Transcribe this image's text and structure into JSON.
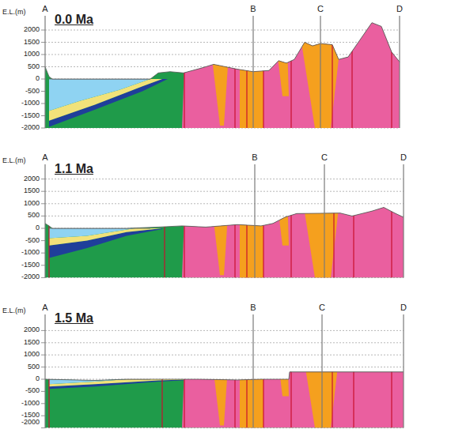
{
  "diagram": {
    "labels": [
      "E.L.(m)",
      "A",
      "0.0 Ma",
      "B",
      "C",
      "D",
      "2000",
      "1500",
      "1000",
      "500",
      "0",
      "-500",
      "-1000",
      "-1500",
      "-2000",
      "E.L.(m)",
      "A",
      "1.1 Ma",
      "B",
      "C",
      "D",
      "2000",
      "1500",
      "1000",
      "500",
      "0",
      "-500",
      "-1000",
      "-1500",
      "-2000",
      "E.L.(m)",
      "A",
      "1.5 Ma",
      "B",
      "C",
      "D",
      "2000",
      "1500",
      "1000",
      "500",
      "0",
      "-500",
      "-1000",
      "-1500",
      "-2000"
    ]
  }
}
